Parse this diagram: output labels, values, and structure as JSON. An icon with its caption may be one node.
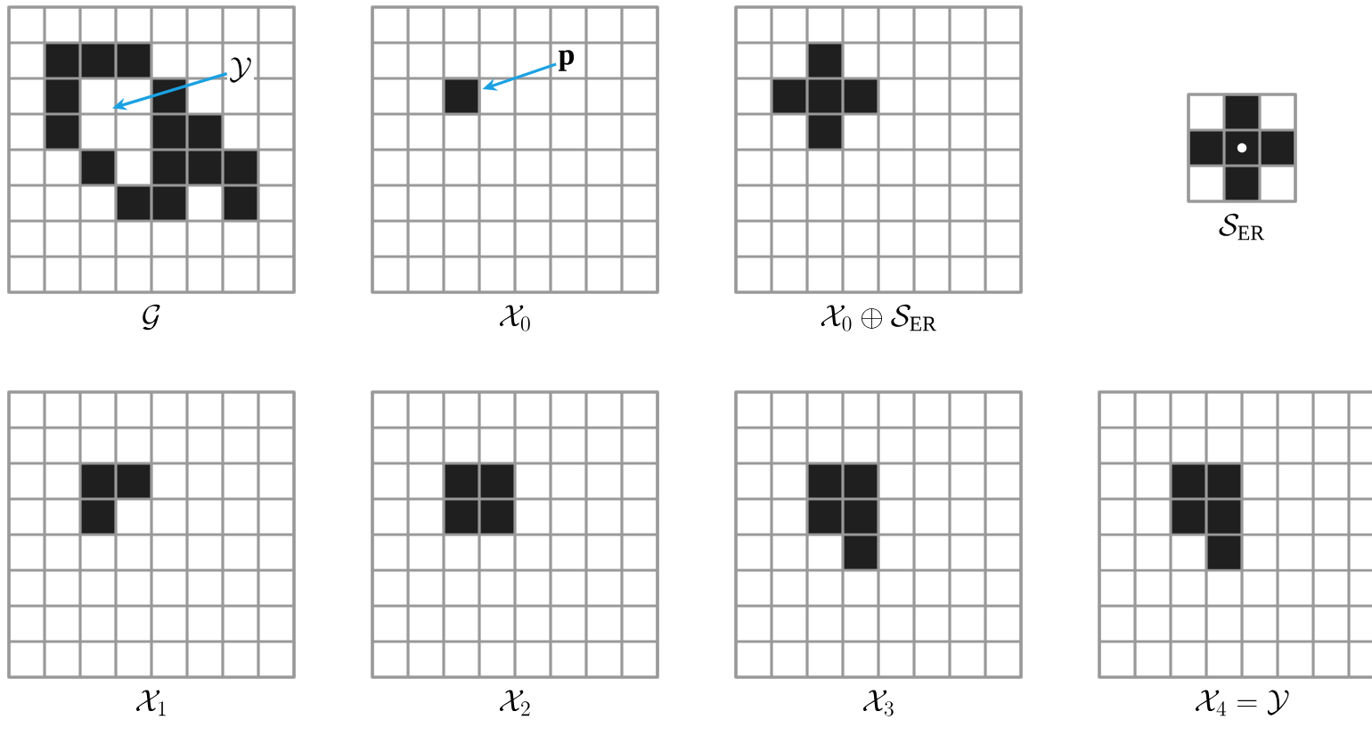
{
  "diagram": {
    "nodes": [
      {
        "text": [
          "\\mathcal{G}"
        ]
      },
      {
        "text": [
          "\\mathcal{Y}"
        ],
        "in": 0
      },
      {
        "text": [
          "\\mathcal{X}_0"
        ]
      },
      {
        "text": [
          "\\mathbf{p}"
        ],
        "in": 2
      },
      {
        "text": [],
        "shape": "box",
        "in": 2
      },
      {
        "text": [
          "\\mathcal{X}_0 \\oplus \\mathcal{S}_{\\mathrm{ER}}"
        ]
      },
      {
        "text": [
          "\\mathcal{S}_{\\mathrm{ER}}"
        ]
      },
      {
        "text": [
          "\\mathcal{X}_1"
        ]
      },
      {
        "text": [
          "\\mathcal{X}_2"
        ]
      },
      {
        "text": [
          "\\mathcal{X}_3"
        ]
      },
      {
        "text": [
          "\\mathcal{X}_4 = \\mathcal{Y}"
        ]
      }
    ],
    "edges": [
      {
        "from": 1,
        "to": null,
        "arrow": "to"
      },
      {
        "from": 3,
        "to": 4,
        "arrow": "to"
      }
    ]
  }
}
